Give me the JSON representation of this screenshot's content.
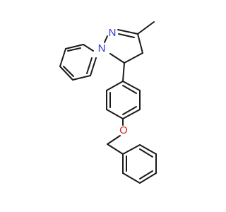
{
  "molecule": {
    "atoms": [
      {
        "id": "N2",
        "label": "N",
        "color": "#2e35d4"
      },
      {
        "id": "N1",
        "label": "N",
        "color": "#2e35d4"
      },
      {
        "id": "O",
        "label": "O",
        "color": "#d9261c"
      }
    ],
    "bond_color": "#1a1a1a"
  }
}
